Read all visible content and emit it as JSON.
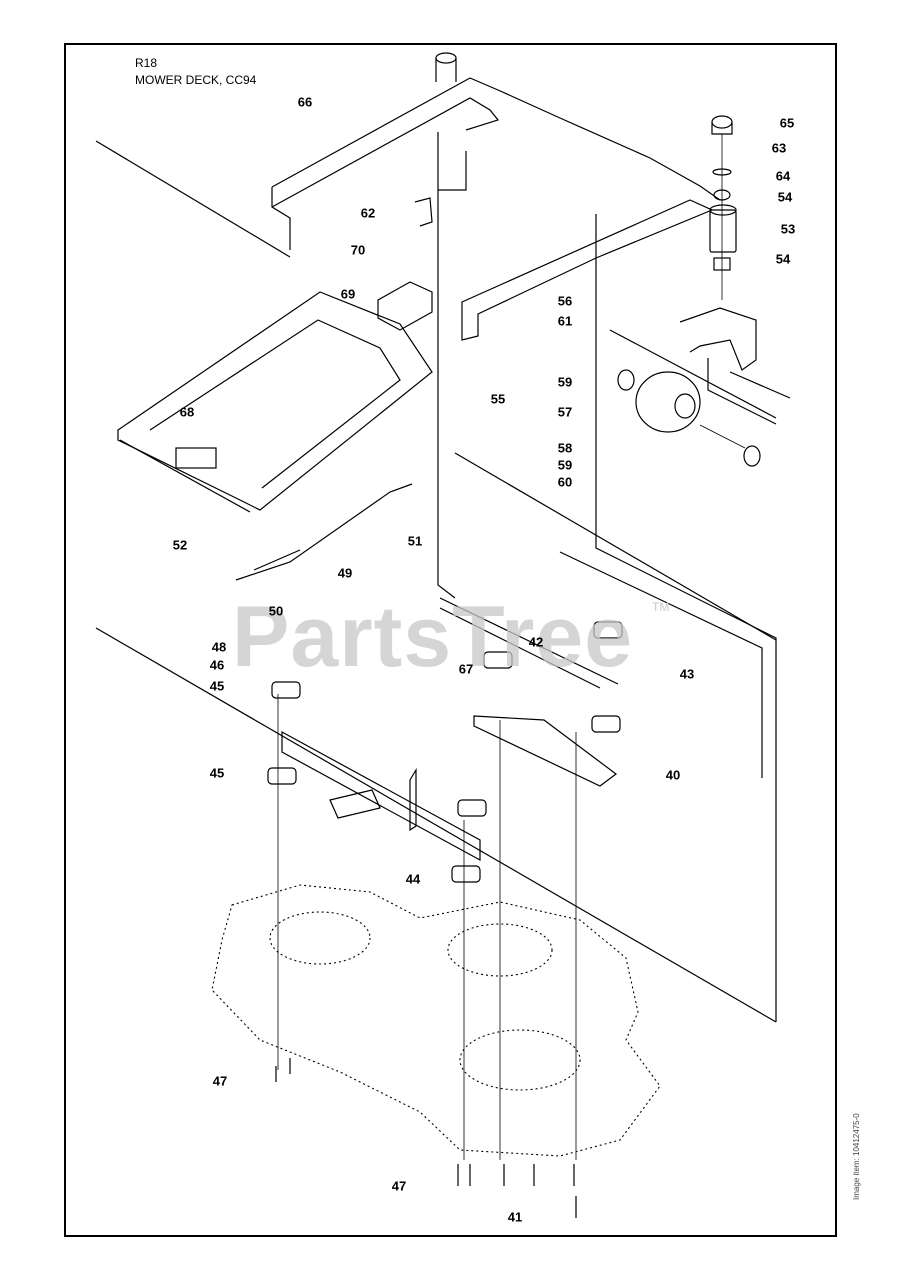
{
  "header": {
    "code": "R18",
    "title": "MOWER DECK, CC94"
  },
  "watermark": {
    "text": "PartsTree",
    "trademark": "TM"
  },
  "side_id": "Image item: 10412475-0",
  "callouts": [
    "66",
    "65",
    "63",
    "64",
    "54",
    "53",
    "54",
    "62",
    "70",
    "69",
    "56",
    "61",
    "68",
    "59",
    "55",
    "57",
    "58",
    "59",
    "60",
    "52",
    "51",
    "49",
    "50",
    "48",
    "42",
    "46",
    "45",
    "67",
    "43",
    "45",
    "40",
    "44",
    "47",
    "47",
    "41"
  ]
}
